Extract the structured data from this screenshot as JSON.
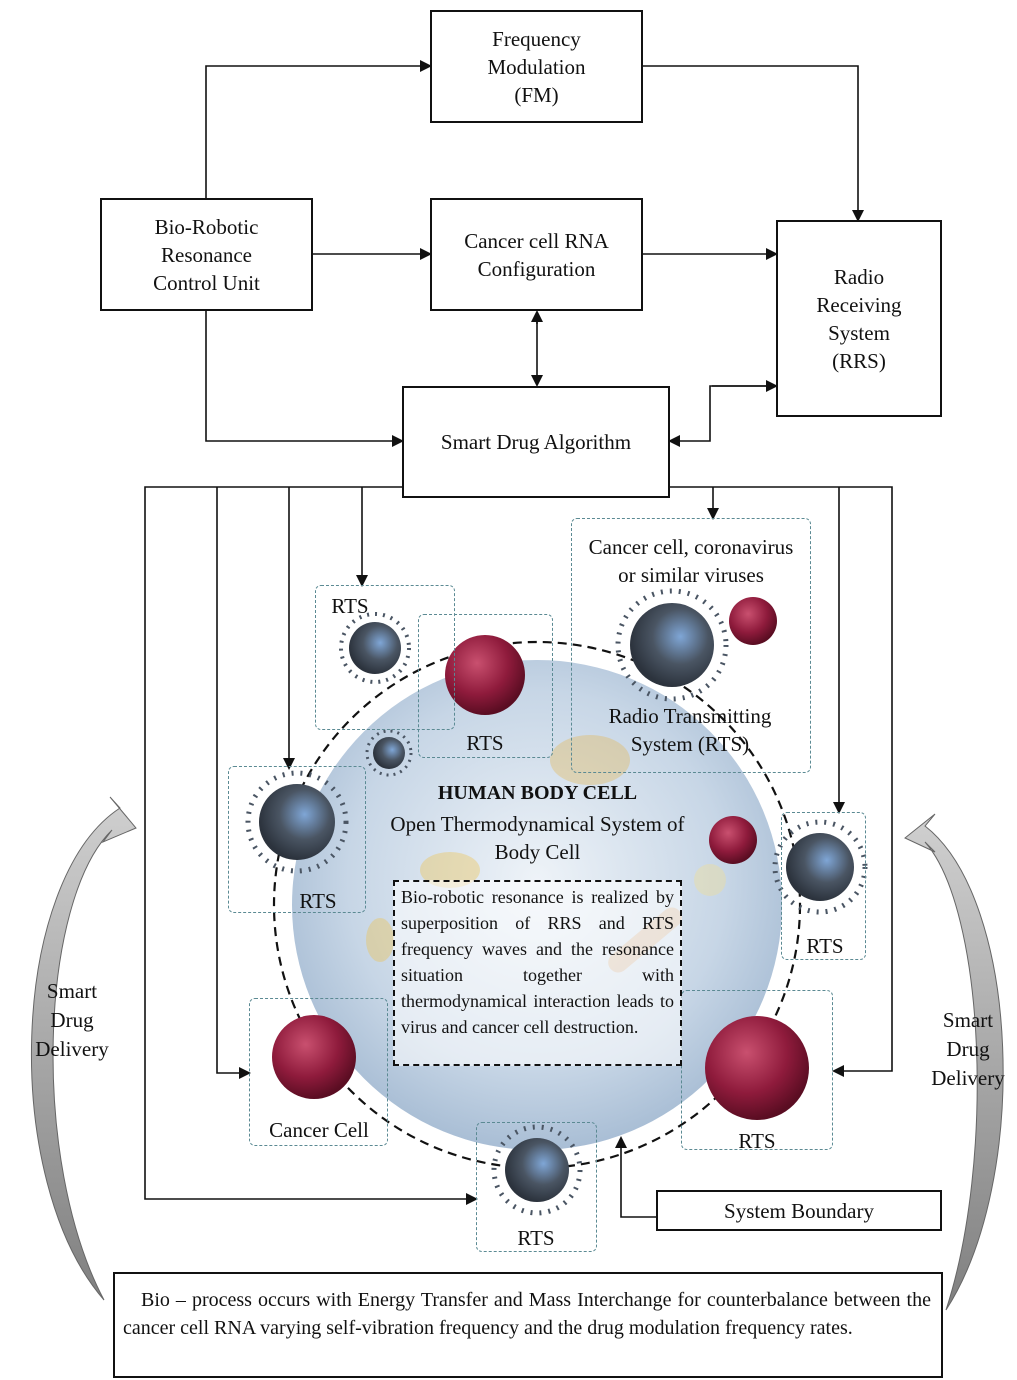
{
  "blocks": {
    "fm": "Frequency\nModulation\n(FM)",
    "control_unit": "Bio-Robotic\nResonance\nControl Unit",
    "rna_config": "Cancer cell RNA\nConfiguration",
    "rrs": "Radio\nReceiving\nSystem\n(RRS)",
    "smart_drug": "Smart Drug Algorithm",
    "system_boundary": "System Boundary"
  },
  "cell": {
    "title": "HUMAN BODY CELL",
    "subtitle": "Open Thermodynamical System of\nBody Cell",
    "note": "Bio-robotic resonance is realized by superposition of RRS and RTS frequency waves and the resonance situation together with thermodynamical interaction leads to virus and cancer cell destruction."
  },
  "labels": {
    "rts_top_left": "RTS",
    "rts_top_inner": "RTS",
    "virus_caption": "Cancer cell, coronavirus\nor similar viruses",
    "rts_system": "Radio Transmitting\nSystem (RTS)",
    "rts_left": "RTS",
    "rts_right": "RTS",
    "cancer_cell": "Cancer Cell",
    "rts_bottom": "RTS",
    "rts_bottom_right": "RTS"
  },
  "side": {
    "left": "Smart\nDrug\nDelivery",
    "right": "Smart\nDrug\nDelivery"
  },
  "bottom_text": "Bio – process occurs with Energy Transfer and Mass Interchange for counterbalance between the cancer cell RNA varying self-vibration frequency and the drug modulation frequency rates.",
  "colors": {
    "cell_fill": "#c9d7e6",
    "virus_gray": "#4a5563",
    "virus_blue": "#4d7fb8",
    "cancer_red": "#8f1b3c",
    "dash_teal": "#5b8a93",
    "arc_gray": "#9a9a9a"
  }
}
